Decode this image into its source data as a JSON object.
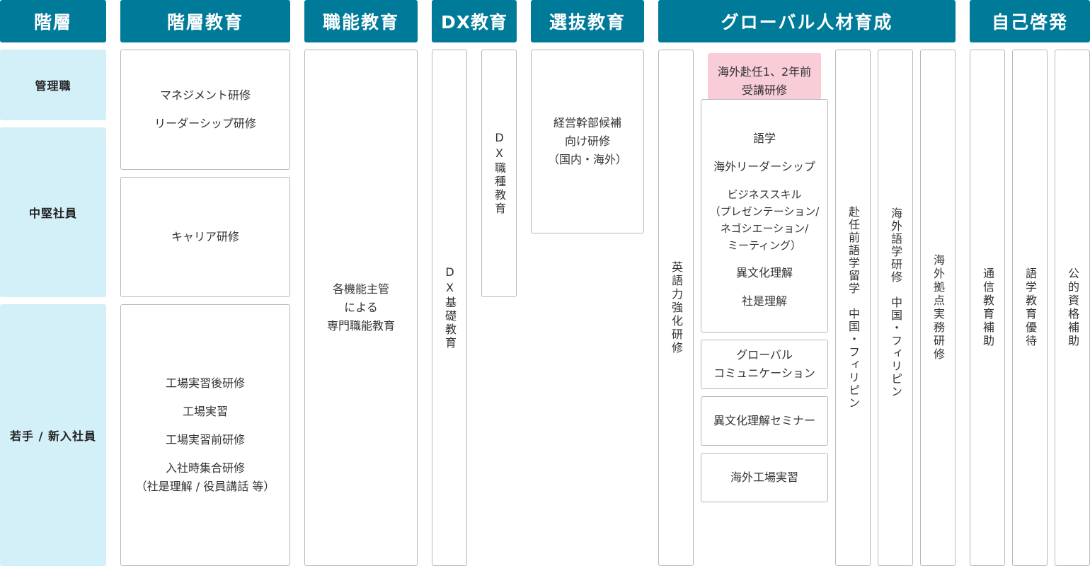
{
  "headers": {
    "level": "階層",
    "hierarchy_edu": "階層教育",
    "functional_edu": "職能教育",
    "dx_edu": "DX教育",
    "selection_edu": "選抜教育",
    "global_dev": "グローバル人材育成",
    "self_dev": "自己啓発"
  },
  "levels": {
    "management": "管理職",
    "mid_career": "中堅社員",
    "young_new": "若手 / 新入社員"
  },
  "hierarchy": {
    "management": [
      "マネジメント研修",
      "リーダーシップ研修"
    ],
    "mid_career": [
      "キャリア研修"
    ],
    "young": [
      "工場実習後研修",
      "工場実習",
      "工場実習前研修",
      "入社時集合研修\n（社是理解 / 役員講話 等）"
    ]
  },
  "functional": "各機能主管\nによる\n専門職能教育",
  "dx": {
    "basic": "DX基礎教育",
    "job": "DX職種教育"
  },
  "selection": "経営幹部候補\n向け研修\n（国内・海外）",
  "global": {
    "english": "英語力強化研修",
    "pre_assignment": "海外赴任1、2年前\n受講研修",
    "topics": [
      "語学",
      "海外リーダーシップ",
      "ビジネススキル\n（プレゼンテーション/\nネゴシエーション/\nミーティング）",
      "異文化理解",
      "社是理解"
    ],
    "global_comm": "グローバル\nコミュニケーション",
    "cross_cultural_seminar": "異文化理解セミナー",
    "overseas_factory": "海外工場実習",
    "pre_study_abroad": "赴任前語学留学　中国・フィリピン",
    "overseas_lang_training": "海外語学研修　中国・フィリピン",
    "overseas_base_practice": "海外拠点実務研修"
  },
  "self": {
    "correspondence": "通信教育補助",
    "language_benefit": "語学教育優待",
    "qualification": "公的資格補助"
  }
}
